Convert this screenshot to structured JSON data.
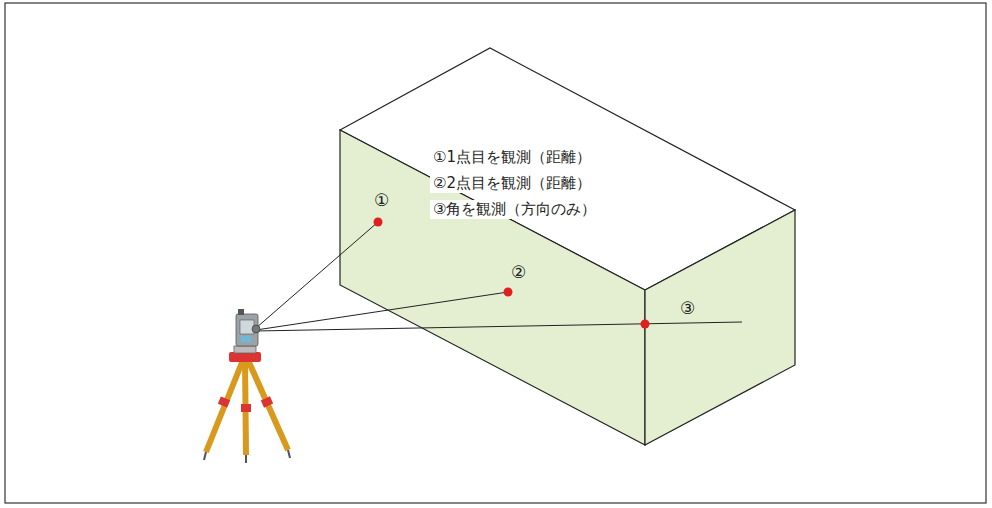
{
  "diagram": {
    "labels": [
      "①1点目を観測（距離）",
      "②2点目を観測（距離）",
      "③角を観測（方向のみ）",
      "①",
      "②",
      "③"
    ]
  }
}
